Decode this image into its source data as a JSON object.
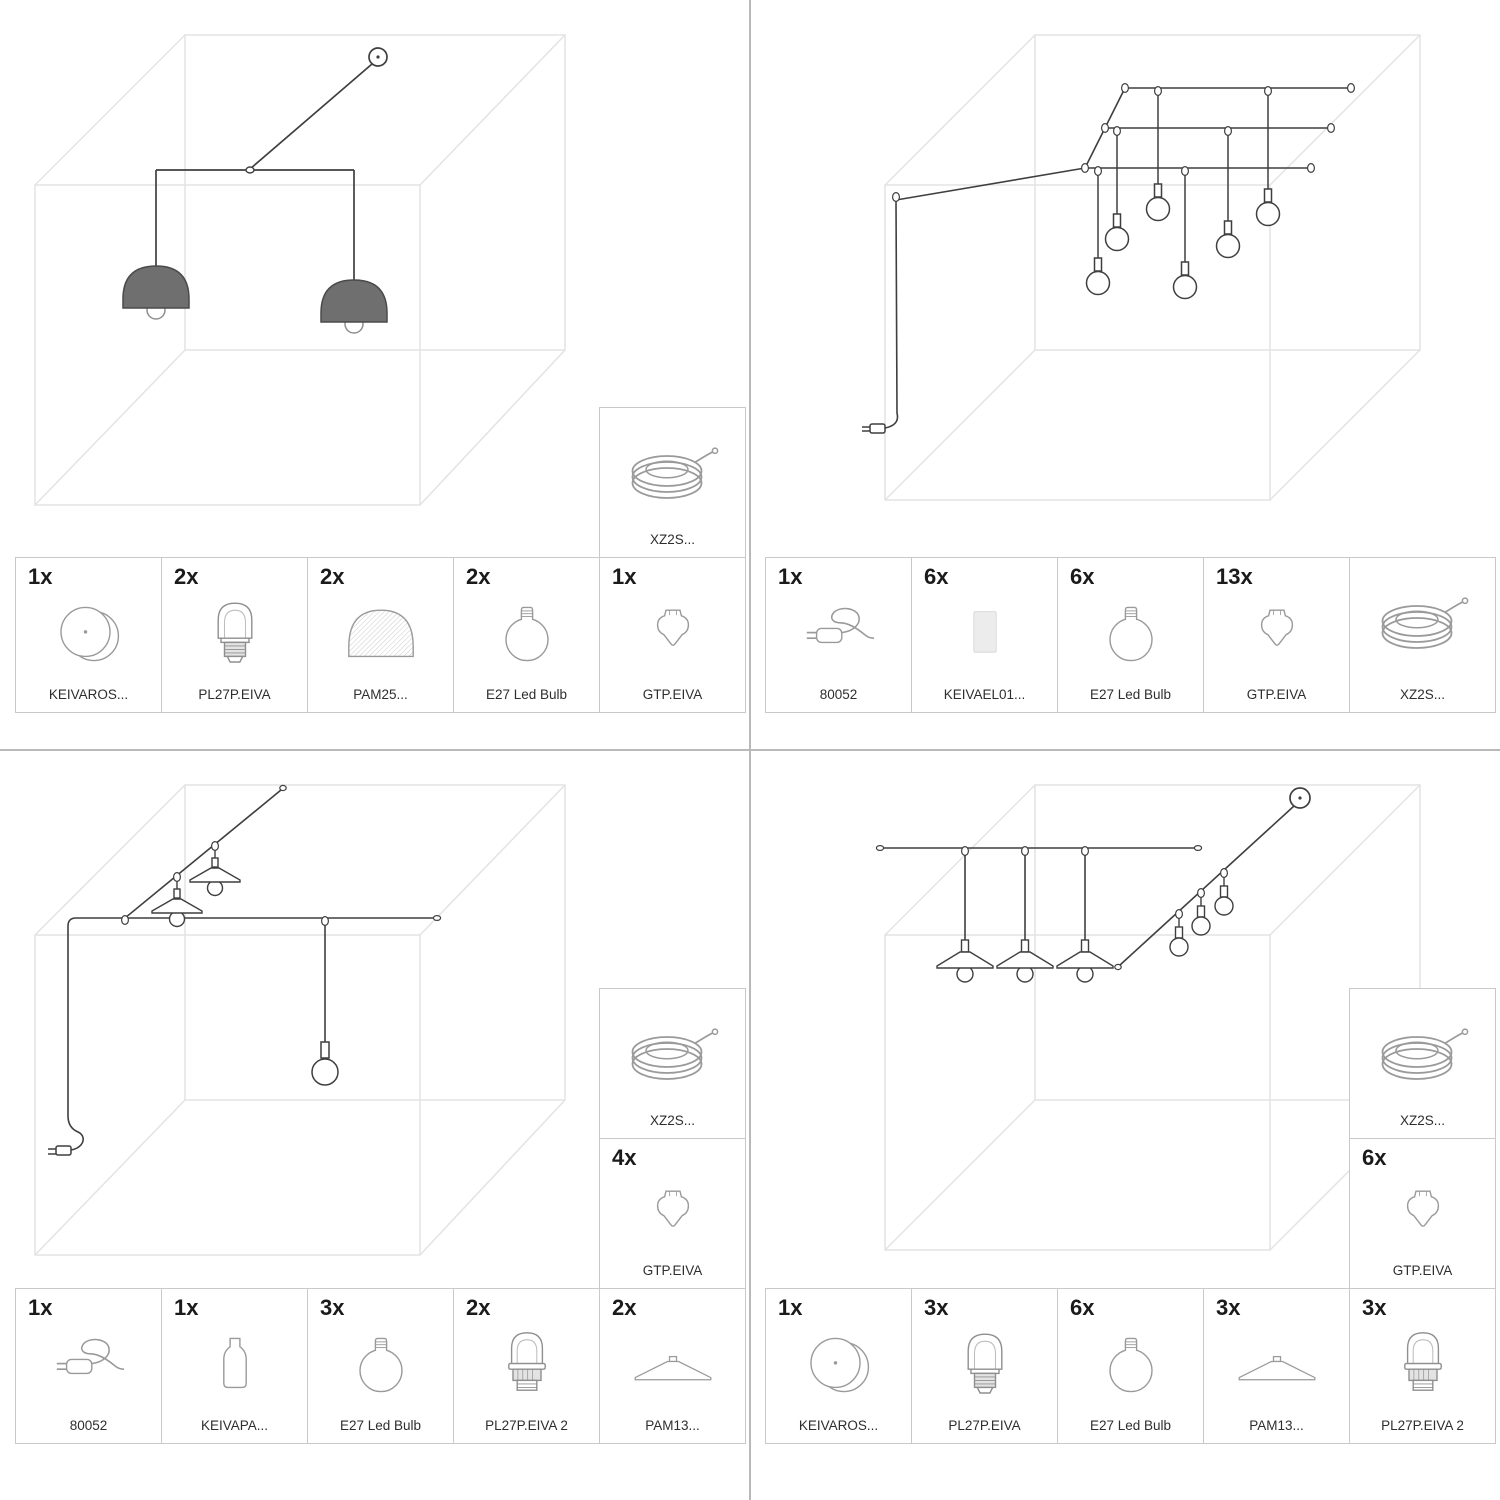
{
  "colors": {
    "cable": "#3f3f3f",
    "room_outline": "#e3e3e3",
    "cell_border": "#c9c9c9",
    "divider": "#b9b9b9",
    "shade_fill": "#6f6f6f"
  },
  "quadrants": {
    "top_left": {
      "parts": [
        {
          "qty": "1x",
          "code": "KEIVAROS...",
          "icon": "ceiling-rose"
        },
        {
          "qty": "2x",
          "code": "PL27P.EIVA",
          "icon": "lamp-holder"
        },
        {
          "qty": "2x",
          "code": "PAM25...",
          "icon": "dome-lampshade"
        },
        {
          "qty": "2x",
          "code": "E27 Led Bulb",
          "icon": "led-bulb"
        },
        {
          "qty": "1x",
          "code": "GTP.EIVA",
          "icon": "cable-gland"
        },
        {
          "qty": "",
          "code": "XZ2S...",
          "icon": "cable-coil"
        }
      ]
    },
    "top_right": {
      "parts": [
        {
          "qty": "1x",
          "code": "80052",
          "icon": "power-plug"
        },
        {
          "qty": "6x",
          "code": "KEIVAEL01...",
          "icon": "wall-fairlead"
        },
        {
          "qty": "6x",
          "code": "E27 Led Bulb",
          "icon": "led-bulb"
        },
        {
          "qty": "13x",
          "code": "GTP.EIVA",
          "icon": "cable-gland"
        },
        {
          "qty": "",
          "code": "XZ2S...",
          "icon": "cable-coil"
        }
      ]
    },
    "bottom_left": {
      "parts": [
        {
          "qty": "1x",
          "code": "80052",
          "icon": "power-plug"
        },
        {
          "qty": "1x",
          "code": "KEIVAPA...",
          "icon": "ceiling-pass"
        },
        {
          "qty": "3x",
          "code": "E27 Led Bulb",
          "icon": "led-bulb"
        },
        {
          "qty": "2x",
          "code": "PL27P.EIVA 2",
          "icon": "lamp-holder-ring"
        },
        {
          "qty": "2x",
          "code": "PAM13...",
          "icon": "flat-lampshade"
        },
        {
          "qty": "4x",
          "code": "GTP.EIVA",
          "icon": "cable-gland"
        },
        {
          "qty": "",
          "code": "XZ2S...",
          "icon": "cable-coil"
        }
      ]
    },
    "bottom_right": {
      "parts": [
        {
          "qty": "1x",
          "code": "KEIVAROS...",
          "icon": "ceiling-rose"
        },
        {
          "qty": "3x",
          "code": "PL27P.EIVA",
          "icon": "lamp-holder"
        },
        {
          "qty": "6x",
          "code": "E27 Led Bulb",
          "icon": "led-bulb"
        },
        {
          "qty": "3x",
          "code": "PAM13...",
          "icon": "flat-lampshade"
        },
        {
          "qty": "3x",
          "code": "PL27P.EIVA 2",
          "icon": "lamp-holder-ring"
        },
        {
          "qty": "6x",
          "code": "GTP.EIVA",
          "icon": "cable-gland"
        },
        {
          "qty": "",
          "code": "XZ2S...",
          "icon": "cable-coil"
        }
      ]
    }
  }
}
